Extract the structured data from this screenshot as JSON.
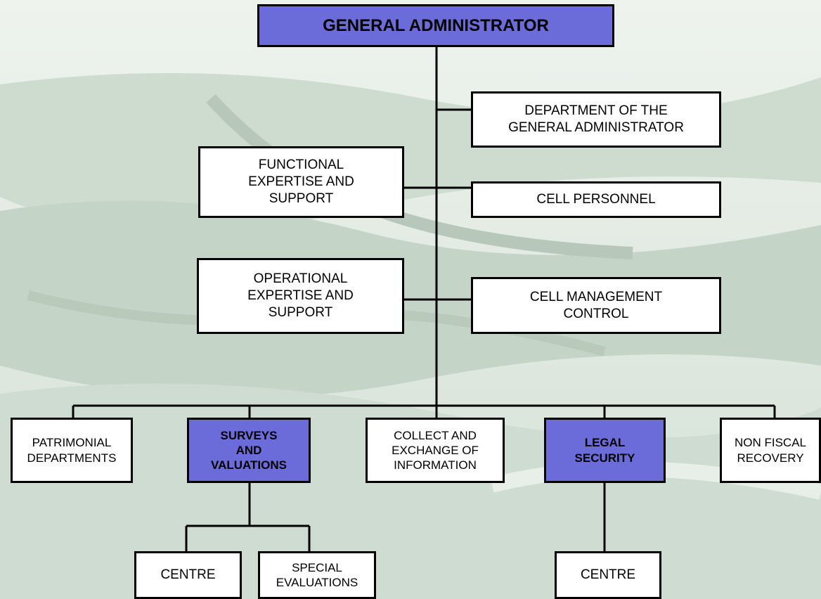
{
  "colors": {
    "highlight_box": "#6b6bd9",
    "box": "#ffffff",
    "line": "#000000",
    "background": "#dfe9e0"
  },
  "nodes": {
    "general_administrator": "GENERAL ADMINISTRATOR",
    "department_general_administrator": "DEPARTMENT OF THE\nGENERAL ADMINISTRATOR",
    "functional_expertise": "FUNCTIONAL\nEXPERTISE AND\nSUPPORT",
    "cell_personnel": "CELL PERSONNEL",
    "operational_expertise": "OPERATIONAL\nEXPERTISE AND\nSUPPORT",
    "cell_management_control": "CELL MANAGEMENT\nCONTROL",
    "patrimonial_departments": "PATRIMONIAL\nDEPARTMENTS",
    "surveys_valuations": "SURVEYS\nAND\nVALUATIONS",
    "collect_exchange": "COLLECT AND\nEXCHANGE OF\nINFORMATION",
    "legal_security": "LEGAL\nSECURITY",
    "non_fiscal_recovery": "NON FISCAL\nRECOVERY",
    "centre_surveys": "CENTRE",
    "special_evaluations": "SPECIAL\nEVALUATIONS",
    "centre_legal": "CENTRE"
  }
}
